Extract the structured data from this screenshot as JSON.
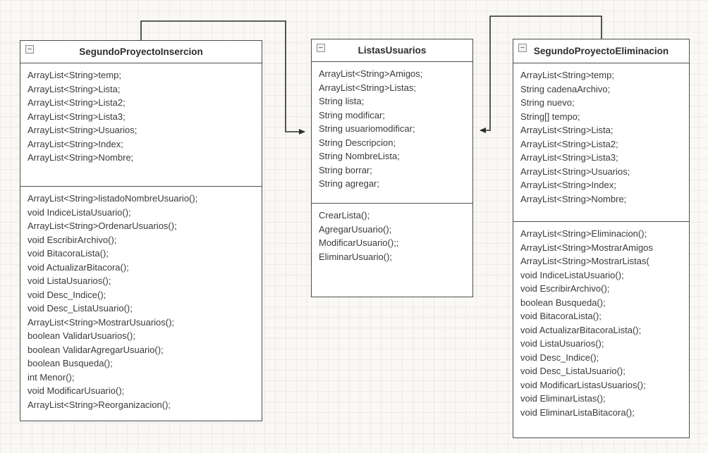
{
  "theme": {
    "canvas-bg": "#f9f8f5",
    "grid-color": "#ecebe6",
    "box-bg": "#ffffff",
    "border-color": "#4d4d4d",
    "title-color": "#2d2d2d",
    "text-color": "#3a3a3a",
    "connector-color": "#2e2e2e"
  },
  "ui": {
    "collapse_glyph": "−"
  },
  "classes": [
    {
      "title": "SegundoProyectoInsercion",
      "fields": [
        "ArrayList<String>temp;",
        "ArrayList<String>Lista;",
        "ArrayList<String>Lista2;",
        "ArrayList<String>Lista3;",
        "ArrayList<String>Usuarios;",
        "ArrayList<String>Index;",
        "ArrayList<String>Nombre;"
      ],
      "methods": [
        "ArrayList<String>listadoNombreUsuario();",
        "void IndiceListaUsuario();",
        "ArrayList<String>OrdenarUsuarios();",
        "void EscribirArchivo();",
        "void BitacoraLista();",
        "void ActualizarBitacora();",
        "void ListaUsuarios();",
        "void Desc_Indice();",
        "void Desc_ListaUsuario();",
        "ArrayList<String>MostrarUsuarios();",
        "boolean ValidarUsuarios();",
        "boolean ValidarAgregarUsuario();",
        "boolean Busqueda();",
        "int Menor();",
        "void ModificarUsuario();",
        "ArrayList<String>Reorganizacion();"
      ]
    },
    {
      "title": "ListasUsuarios",
      "fields": [
        "ArrayList<String>Amigos;",
        "ArrayList<String>Listas;",
        "String lista;",
        "String modificar;",
        "String usuariomodificar;",
        "String Descripcion;",
        "String NombreLista;",
        "String borrar;",
        "String agregar;"
      ],
      "methods": [
        "CrearLista();",
        "AgregarUsuario();",
        "ModificarUsuario();;",
        "EliminarUsuario();"
      ]
    },
    {
      "title": "SegundoProyectoEliminacion",
      "fields": [
        "ArrayList<String>temp;",
        "String cadenaArchivo;",
        "String nuevo;",
        "String[] tempo;",
        "ArrayList<String>Lista;",
        "ArrayList<String>Lista2;",
        "ArrayList<String>Lista3;",
        "ArrayList<String>Usuarios;",
        "ArrayList<String>Index;",
        "ArrayList<String>Nombre;"
      ],
      "methods": [
        "ArrayList<String>Eliminacion();",
        "ArrayList<String>MostrarAmigos",
        "ArrayList<String>MostrarListas(",
        "void IndiceListaUsuario();",
        "void EscribirArchivo();",
        "boolean Busqueda();",
        "void BitacoraLista();",
        "void ActualizarBitacoraLista();",
        "void ListaUsuarios();",
        "void Desc_Indice();",
        "void Desc_ListaUsuario();",
        "void ModificarListasUsuarios();",
        "void EliminarListas();",
        "void EliminarListaBitacora();"
      ]
    }
  ]
}
